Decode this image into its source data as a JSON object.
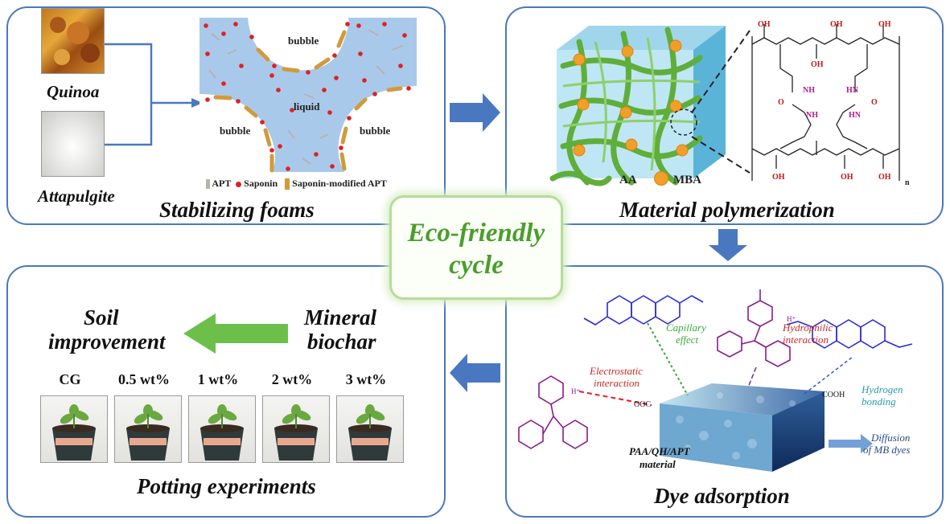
{
  "center": {
    "line1": "Eco-friendly",
    "line2": "cycle"
  },
  "panel_tl": {
    "title": "Stabilizing foams",
    "quinoa_label": "Quinoa",
    "attapulgite_label": "Attapulgite",
    "bubble_tl": "bubble",
    "bubble_bl": "bubble",
    "bubble_br": "bubble",
    "liquid": "liquid",
    "legend": [
      "APT",
      "Saponin",
      "Saponin-modified APT"
    ]
  },
  "panel_tr": {
    "title": "Material polymerization",
    "legend_aa": "AA",
    "legend_mba": "MBA",
    "chem": {
      "oh": "OH",
      "nh": "NH",
      "hn": "HN",
      "o": "O",
      "n": "n"
    }
  },
  "panel_bl": {
    "title": "Potting experiments",
    "soil": "Soil improvement",
    "soil_line1": "Soil",
    "soil_line2": "improvement",
    "mineral_line1": "Mineral",
    "mineral_line2": "biochar",
    "pots": [
      "CG",
      "0.5 wt%",
      "1 wt%",
      "2 wt%",
      "3 wt%"
    ]
  },
  "panel_br": {
    "title": "Dye adsorption",
    "capillary": "Capillary effect",
    "capillary_l1": "Capillary",
    "capillary_l2": "effect",
    "hydrophilic_l1": "Hydrophilic",
    "hydrophilic_l2": "interaction",
    "electro_l1": "Electrostatic",
    "electro_l2": "interaction",
    "hydrogen_l1": "Hydrogen",
    "hydrogen_l2": "bonding",
    "diffusion_l1": "Diffusion",
    "diffusion_l2": "of MB dyes",
    "material_l1": "PAA/QH/APT",
    "material_l2": "material",
    "ooc": "OOC",
    "cooh": "COOH",
    "hplus": "H⁺"
  },
  "colors": {
    "panel_border": "#4a78c0",
    "arrow_blue": "#4a78c0",
    "arrow_green": "#6cc04a",
    "accent_green": "#4a9e2c"
  }
}
